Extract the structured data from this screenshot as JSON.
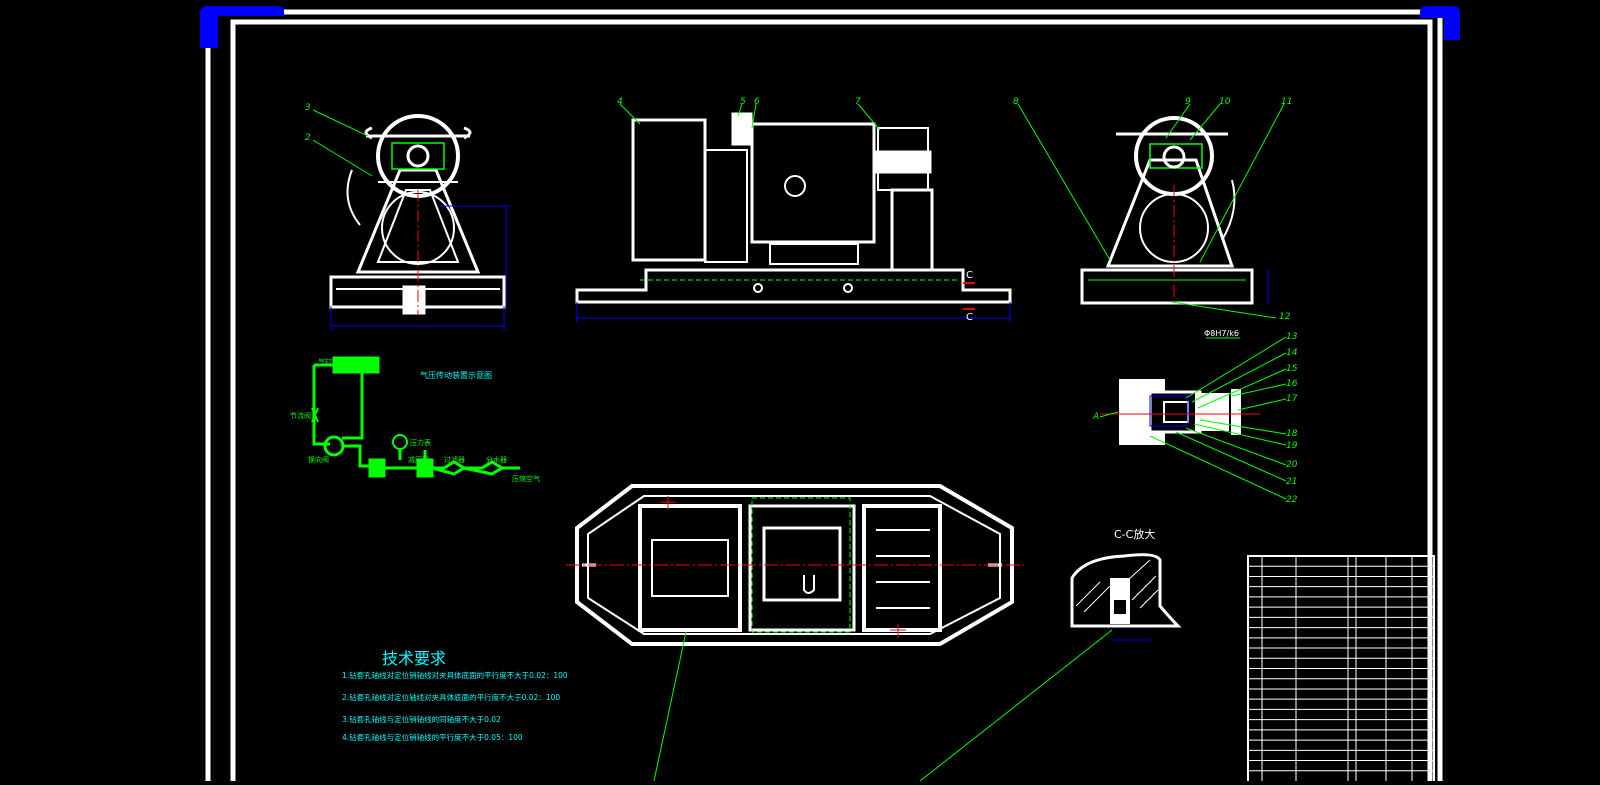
{
  "colors": {
    "background": "#000000",
    "frame": "#ffffff",
    "corner_grip": "#0000ff",
    "leader": "#00ff00",
    "dimension": "#0000ff",
    "centerline": "#ff0000",
    "notes": "#00ffff",
    "pneumatic": "#00ff00"
  },
  "views": {
    "front": {
      "balloons": [
        "3",
        "2"
      ]
    },
    "side": {
      "balloons": [
        "4",
        "5",
        "6",
        "7"
      ],
      "section_mark_top": "C",
      "section_mark_bottom": "C"
    },
    "right": {
      "balloons": [
        "8",
        "9",
        "10",
        "11",
        "12"
      ],
      "fit_note": "Φ8H7/k6"
    },
    "detail": {
      "balloons": [
        "13",
        "14",
        "15",
        "16",
        "17",
        "18",
        "19",
        "20",
        "21",
        "22"
      ],
      "left_mark": "A"
    },
    "section_cc": {
      "title": "C-C放大"
    }
  },
  "pneumatic": {
    "title": "气压传动装置示意图",
    "labels": {
      "cylinder": "气缸",
      "throttle": "节流阀",
      "reversing_valve": "换向阀",
      "gauge": "压力表",
      "regulator": "减压阀",
      "filter": "过滤器",
      "separator": "分水器",
      "source": "压缩空气"
    }
  },
  "tech_requirements": {
    "title": "技术要求",
    "items": [
      "1.钻套孔轴线对定位销轴线对夹具体底面的平行度不大于0.02：100",
      "2.钻套孔轴线对定位轴线对夹具体底面的平行度不大于0.02：100",
      "3.钻套孔轴线与定位销轴线的同轴度不大于0.02",
      "4.钻套孔轴线与定位销轴线的平行度不大于0.05：100"
    ]
  },
  "parts_list_rows": 22
}
